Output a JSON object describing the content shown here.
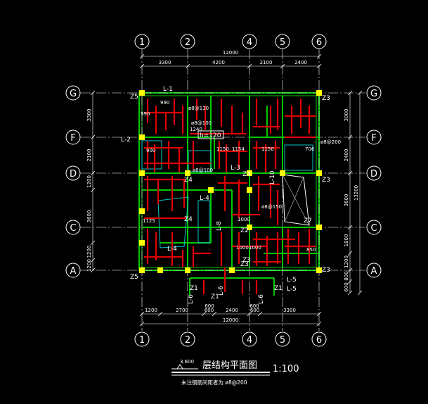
{
  "grid": {
    "cols": [
      "1",
      "2",
      "4",
      "5",
      "6"
    ],
    "rows": [
      "G",
      "F",
      "D",
      "C",
      "A"
    ]
  },
  "dims": {
    "top_total": "12000",
    "top_segments": [
      "3300",
      "4200",
      "2100",
      "2400"
    ],
    "bottom_total": "12000",
    "bottom_segments": [
      "1200",
      "2700",
      "600",
      "2400",
      "600",
      "3300"
    ],
    "bottom_small": [
      "600",
      "600"
    ],
    "left_segments": [
      "3300",
      "2100",
      "1200",
      "3600",
      "1200",
      "1200"
    ],
    "right_segments": [
      "3000",
      "2400",
      "3600",
      "1800",
      "1200",
      "800",
      "600"
    ],
    "right_total": "13200"
  },
  "column_tags": [
    "Z5",
    "Z3",
    "Z4",
    "Z4",
    "Z3",
    "Z4",
    "Z2",
    "Z3",
    "Z7",
    "Z3",
    "Z3",
    "Z5",
    "Z1",
    "Z1",
    "Z1"
  ],
  "beam_tags": [
    "L-1",
    "L-2",
    "L-3",
    "L-4",
    "L-4",
    "L-5",
    "L-5",
    "L-6",
    "L-6",
    "L-6",
    "L-8",
    "L-10"
  ],
  "notes": {
    "h_label": "h=120",
    "slab_labels": [
      "ø8@130",
      "ø8@100",
      "ø8@200",
      "ø8@150",
      "ø8@100"
    ],
    "short_dims": [
      "990",
      "990",
      "1240",
      "1150",
      "1154",
      "1150",
      "1000",
      "1000",
      "1000",
      "1125",
      "850",
      "706",
      "900"
    ]
  },
  "title": {
    "elevation": "3.600",
    "main": "层结构平面图",
    "scale": "1:100",
    "note": "未注钢筋间距者为 ø8@200"
  },
  "colors": {
    "wall": "#00c800",
    "rebar": "#e00000",
    "column": "#ffff00",
    "dim": "#ffffff",
    "axis": "#ffffff",
    "hatch": "#00c8c8",
    "bg": "#000000"
  }
}
